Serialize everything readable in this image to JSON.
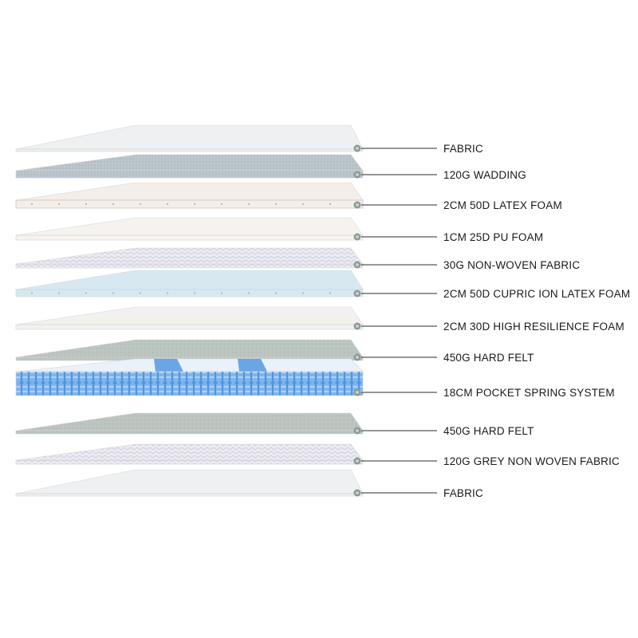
{
  "diagram": {
    "colors": {
      "leader_line": "#2b2b2b",
      "marker": "#8c9a96",
      "label_text": "#1a1a1a"
    },
    "layers": [
      {
        "label": "FABRIC",
        "material": "fabric",
        "color": "#eef0f1"
      },
      {
        "label": "120G WADDING",
        "material": "wadding",
        "color": "#b9c3c9"
      },
      {
        "label": "2CM 50D LATEX FOAM",
        "material": "latex",
        "color": "#f3eee9"
      },
      {
        "label": "1CM 25D PU FOAM",
        "material": "foam",
        "color": "#f6f3ef"
      },
      {
        "label": "30G NON-WOVEN FABRIC",
        "material": "nonwoven",
        "color": "#e6e6ef"
      },
      {
        "label": "2CM 50D CUPRIC ION LATEX FOAM",
        "material": "cupric",
        "color": "#d7e8f1"
      },
      {
        "label": "2CM 30D HIGH RESILIENCE FOAM",
        "material": "foam",
        "color": "#f3f1ee"
      },
      {
        "label": "450G HARD FELT",
        "material": "felt",
        "color": "#bfc7c3"
      },
      {
        "label": "18CM POCKET SPRING SYSTEM",
        "material": "spring",
        "color": "#5c9ee4"
      },
      {
        "label": "450G HARD FELT",
        "material": "felt",
        "color": "#bfc7c3"
      },
      {
        "label": "120G GREY NON WOVEN FABRIC",
        "material": "nonwoven",
        "color": "#e7e7ee"
      },
      {
        "label": "FABRIC",
        "material": "fabric",
        "color": "#eef0f1"
      }
    ]
  }
}
